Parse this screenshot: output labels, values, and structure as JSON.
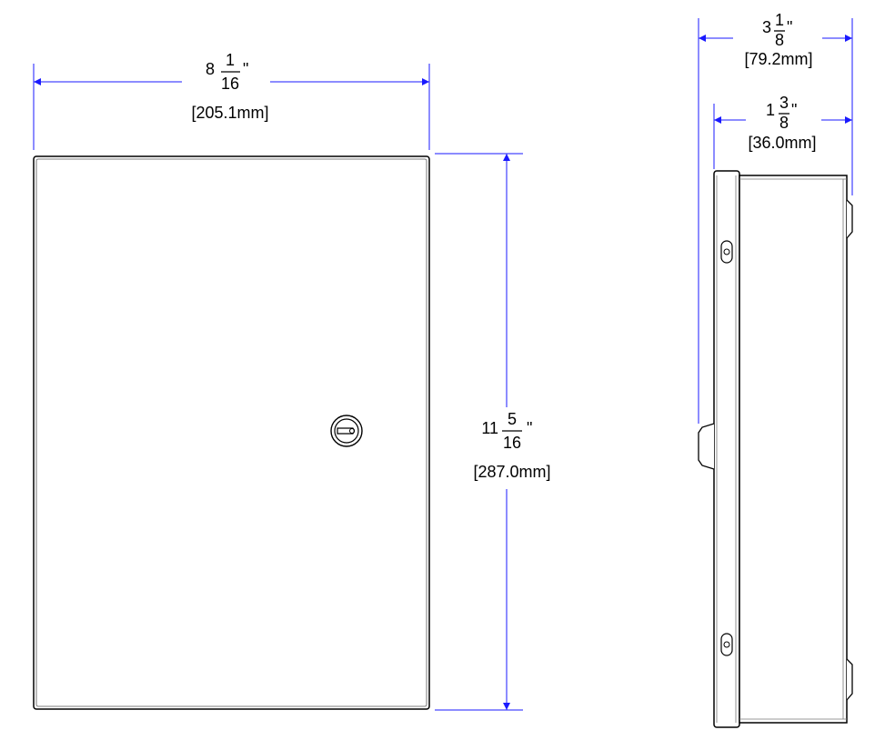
{
  "colors": {
    "dimension": "#1a1aff",
    "outline": "#000000",
    "frame": "#9a9a9a"
  },
  "front_view": {
    "width": {
      "whole": "8",
      "numerator": "1",
      "denominator": "16",
      "unit": "\"",
      "metric": "[205.1mm]"
    },
    "height": {
      "whole": "11",
      "numerator": "5",
      "denominator": "16",
      "unit": "\"",
      "metric": "[287.0mm]"
    },
    "lock_icon": "keyed-lock-icon"
  },
  "side_view": {
    "overall_depth": {
      "whole": "3",
      "numerator": "1",
      "denominator": "8",
      "unit": "\"",
      "metric": "[79.2mm]"
    },
    "body_depth": {
      "whole": "1",
      "numerator": "3",
      "denominator": "8",
      "unit": "\"",
      "metric": "[36.0mm]"
    },
    "hinge_icon": "hinge-icon"
  }
}
